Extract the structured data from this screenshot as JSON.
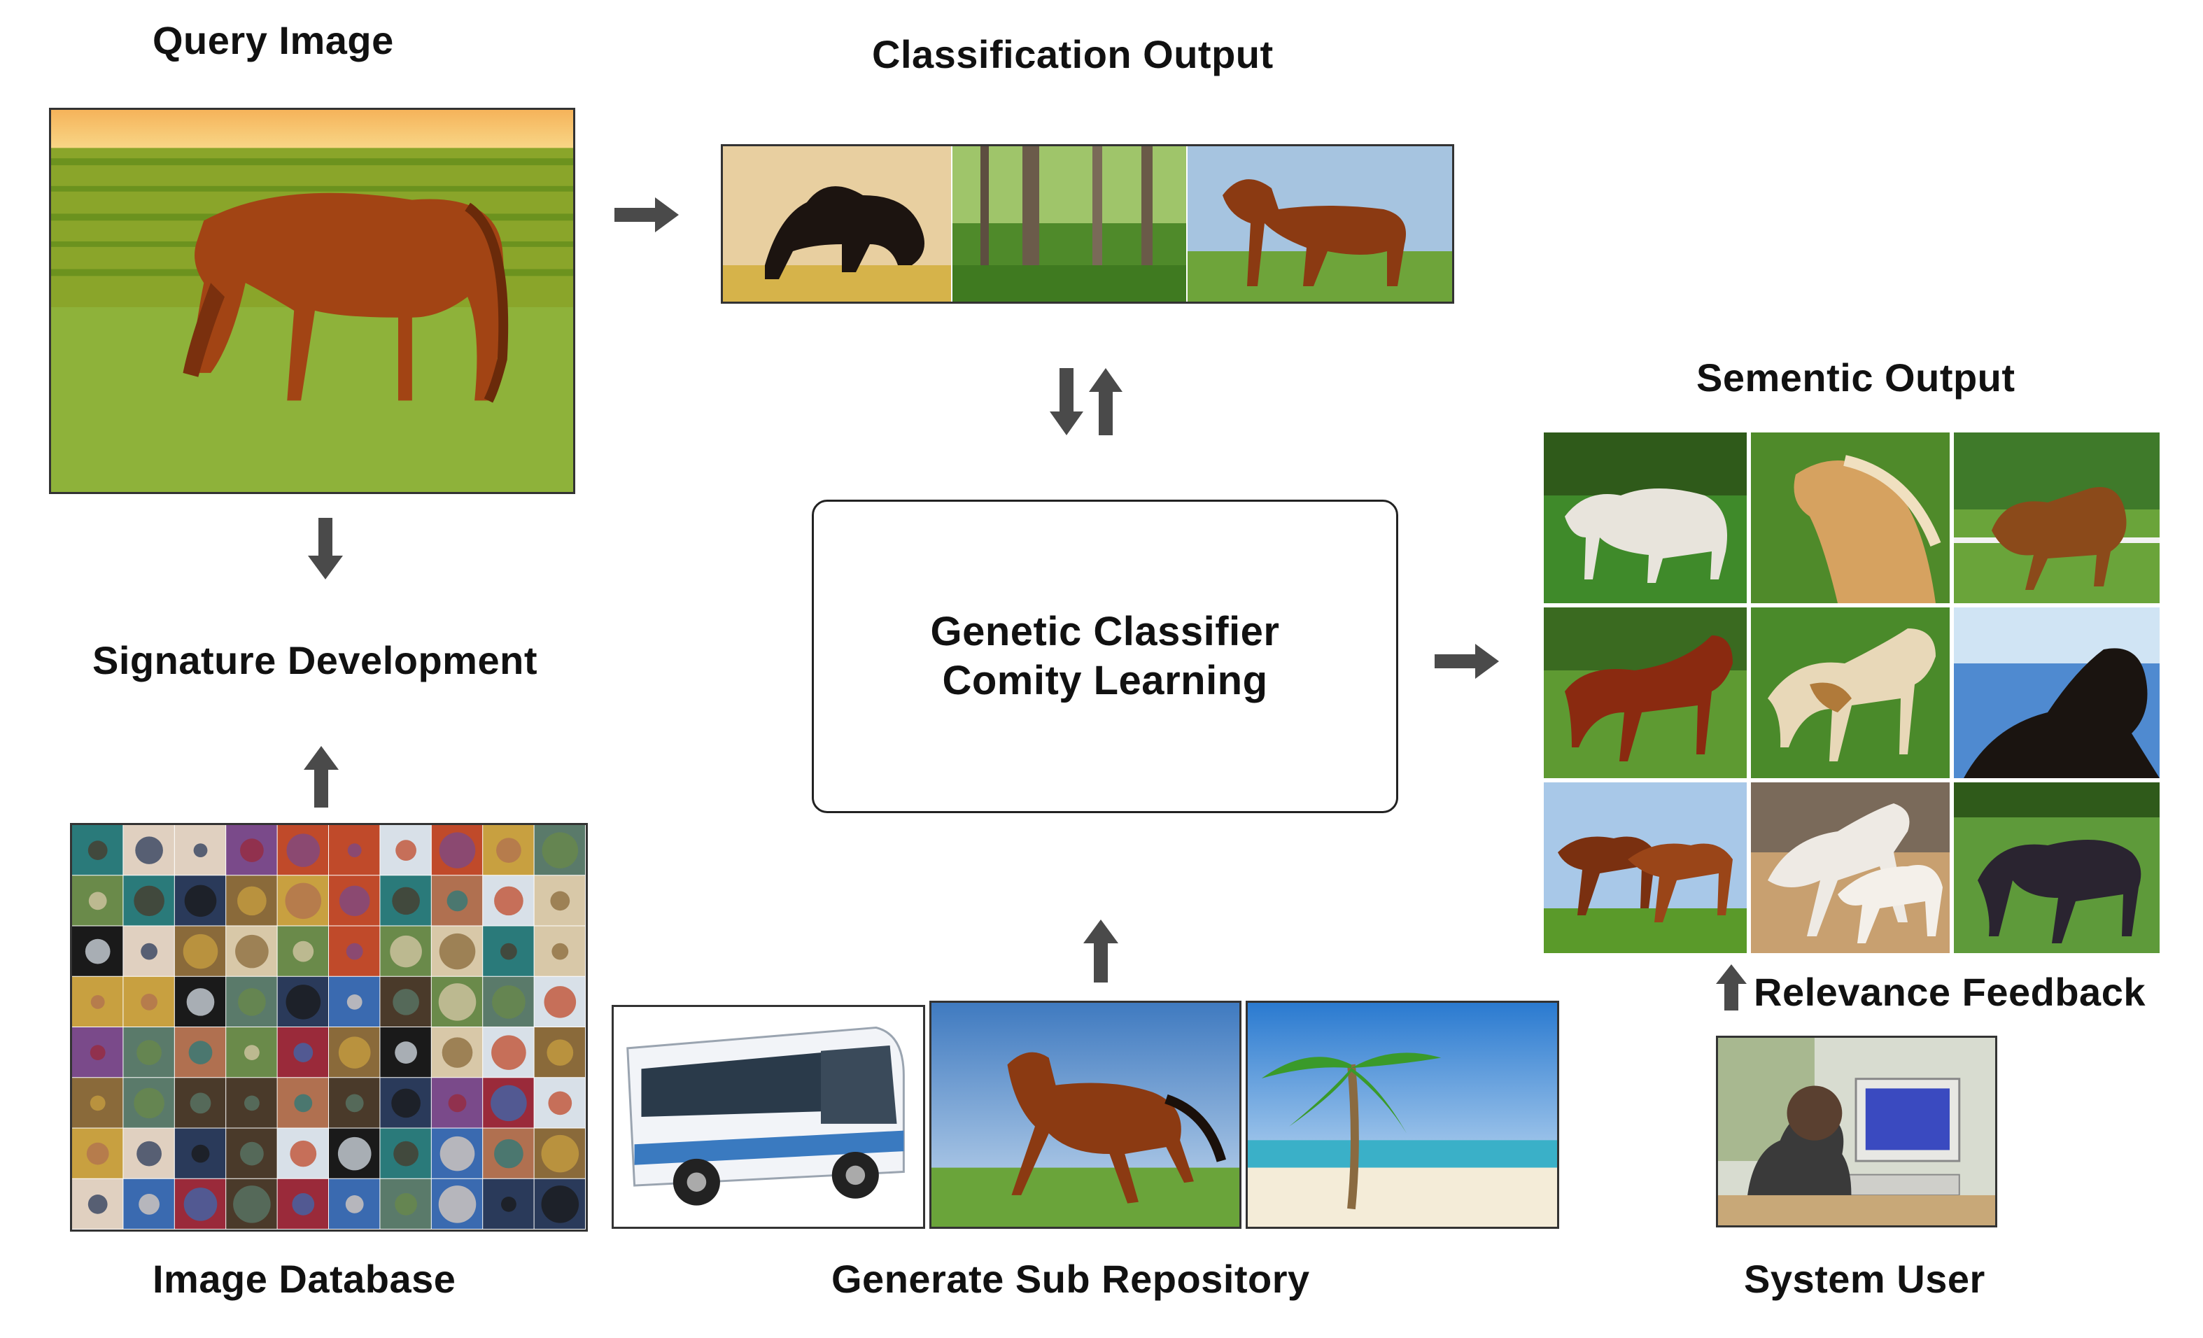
{
  "labels": {
    "query_image": "Query Image",
    "classification_output": "Classification Output",
    "signature_development": "Signature Development",
    "image_database": "Image Database",
    "generate_sub_repository": "Generate Sub Repository",
    "sementic_output": "Sementic Output",
    "relevance_feedback": "Relevance Feedback",
    "system_user": "System User"
  },
  "core": {
    "line1": "Genetic Classifier",
    "line2": "Comity Learning"
  },
  "colors": {
    "arrow": "#4a4a4a",
    "grass": "#6fa43a",
    "sky": "#6fa8dc",
    "horse_brown": "#8b3a12",
    "horse_dark": "#2a1a12",
    "horse_white": "#e8e4dc"
  },
  "images": {
    "query": "grazing-horse-photo",
    "classification": [
      "black-horse-photo",
      "forest-photo",
      "brown-horse-photo"
    ],
    "semantic": [
      "white-horses-photo",
      "palomino-horse-photo",
      "bay-horse-photo",
      "chestnut-horse-photo",
      "pinto-horse-photo",
      "black-horse-photo",
      "running-horses-photo",
      "white-horses-running-photo",
      "dark-horse-photo"
    ],
    "sub_repository": [
      "bus-photo",
      "running-horse-photo",
      "palm-tree-beach-photo"
    ],
    "database": "image-collage",
    "user": "user-at-computer-photo"
  }
}
